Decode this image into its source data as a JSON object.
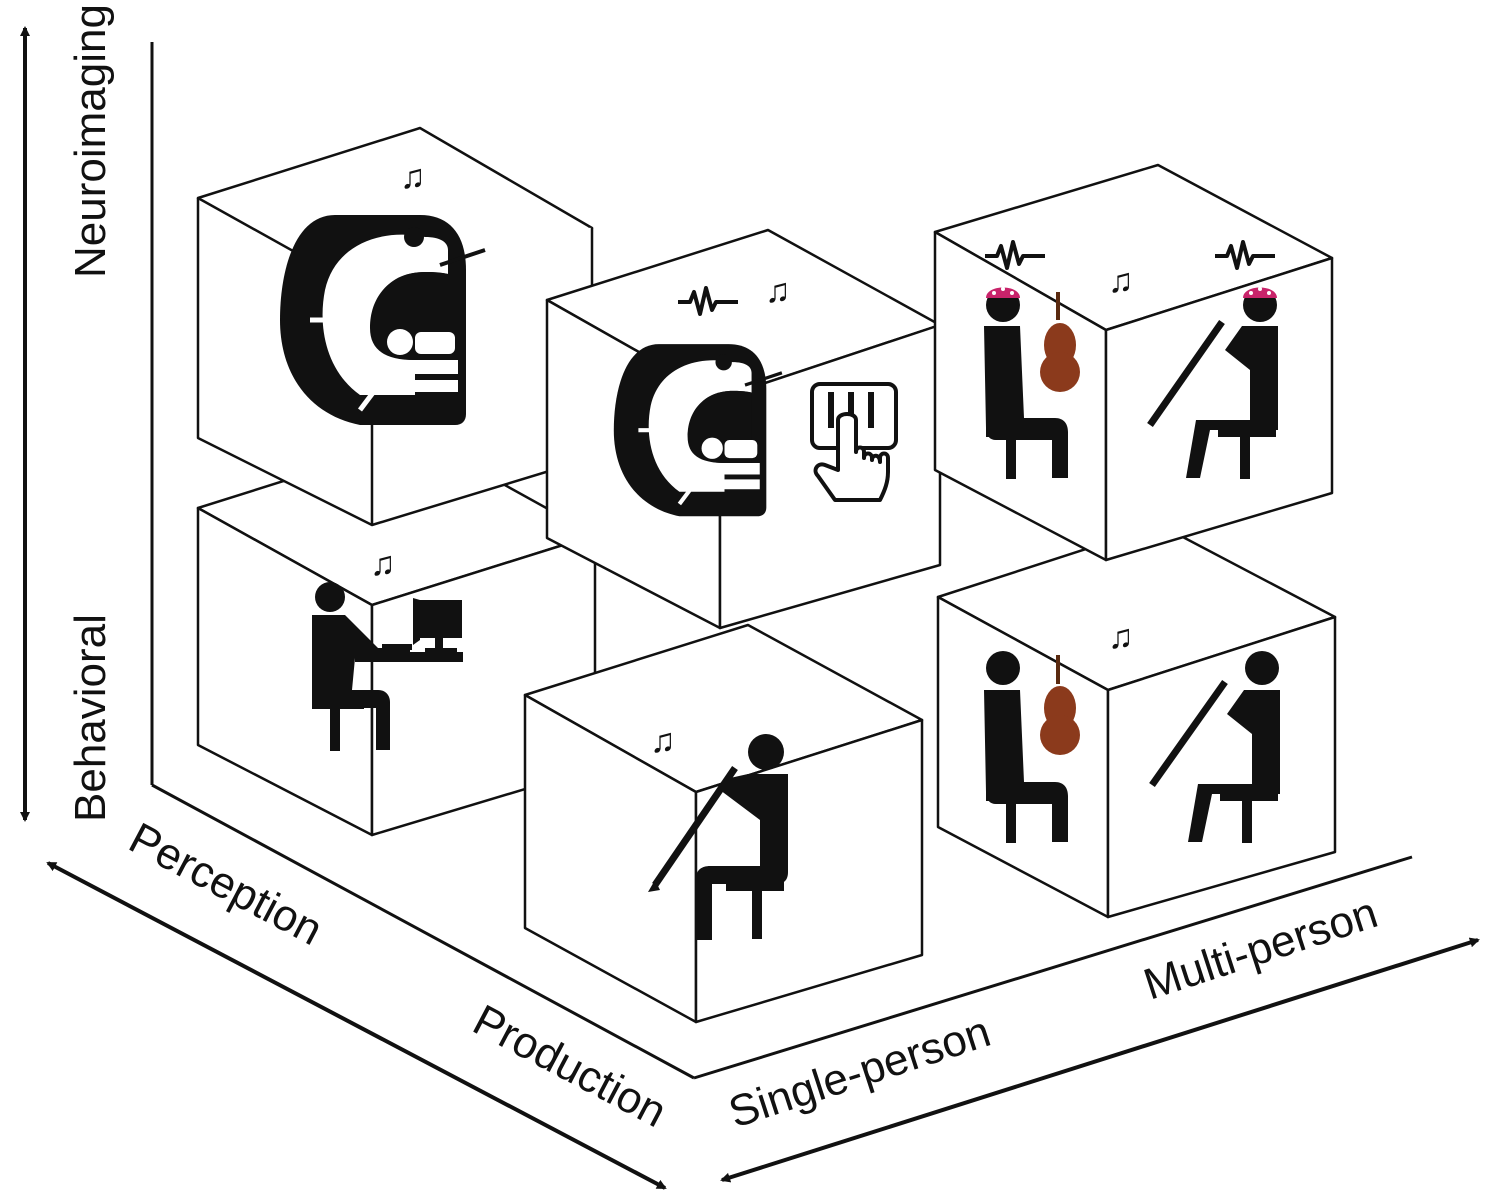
{
  "axes": {
    "vertical": {
      "top_label": "Neuroimaging",
      "bottom_label": "Behavioral"
    },
    "left_diagonal": {
      "near_label": "Perception",
      "far_label": "Production"
    },
    "right_diagonal": {
      "near_label": "Single-person",
      "far_label": "Multi-person"
    }
  },
  "cells": [
    {
      "id": "perception-single-neuroimaging",
      "icons": [
        "music-note-icon",
        "mri-scanner-icon"
      ]
    },
    {
      "id": "perception-single-behavioral",
      "icons": [
        "music-note-icon",
        "person-at-computer-icon"
      ]
    },
    {
      "id": "production-single-neuroimaging",
      "icons": [
        "eeg-wave-icon",
        "music-note-icon",
        "mri-scanner-icon",
        "piano-keyboard-hand-icon"
      ]
    },
    {
      "id": "production-single-behavioral",
      "icons": [
        "music-note-icon",
        "seated-clarinet-player-icon"
      ]
    },
    {
      "id": "production-multi-neuroimaging",
      "icons": [
        "eeg-wave-icon",
        "eeg-wave-icon",
        "music-note-icon",
        "seated-cellist-eeg-cap-icon",
        "seated-clarinet-player-eeg-cap-icon"
      ]
    },
    {
      "id": "production-multi-behavioral",
      "icons": [
        "music-note-icon",
        "seated-cellist-icon",
        "seated-clarinet-player-icon"
      ]
    }
  ],
  "glyphs": {
    "music_note": "♫"
  },
  "colors": {
    "ink": "#111111",
    "eeg_cap": "#c8236a",
    "cello": "#8b3a1c",
    "background": "#ffffff"
  }
}
